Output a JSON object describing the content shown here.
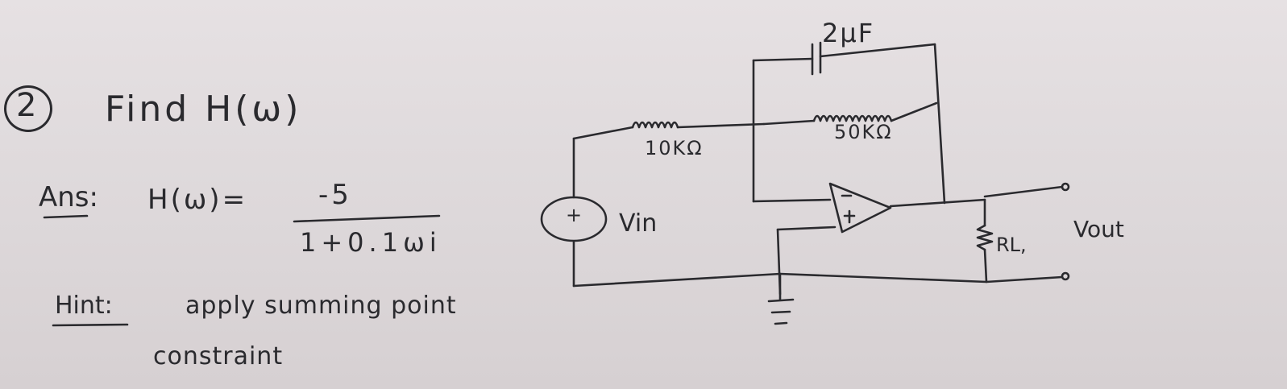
{
  "problem": {
    "number": "2",
    "question": "Find H(ω)"
  },
  "answer": {
    "label": "Ans:",
    "lhs": "H(ω)=",
    "numerator": "-5",
    "denominator": "1+0.1ωi"
  },
  "hint": {
    "label": "Hint:",
    "text_line1": "apply summing point",
    "text_line2": "constraint"
  },
  "circuit": {
    "capacitor_label": "2μF",
    "input_resistor_label": "10KΩ",
    "feedback_resistor_label": "50KΩ",
    "source_label": "Vin",
    "source_sign": "+",
    "load_label": "RL,",
    "output_label": "Vout",
    "opamp_minus": "−",
    "opamp_plus": "+"
  },
  "colors": {
    "ink": "#2a2a2e",
    "paper": "#e3dee0"
  }
}
